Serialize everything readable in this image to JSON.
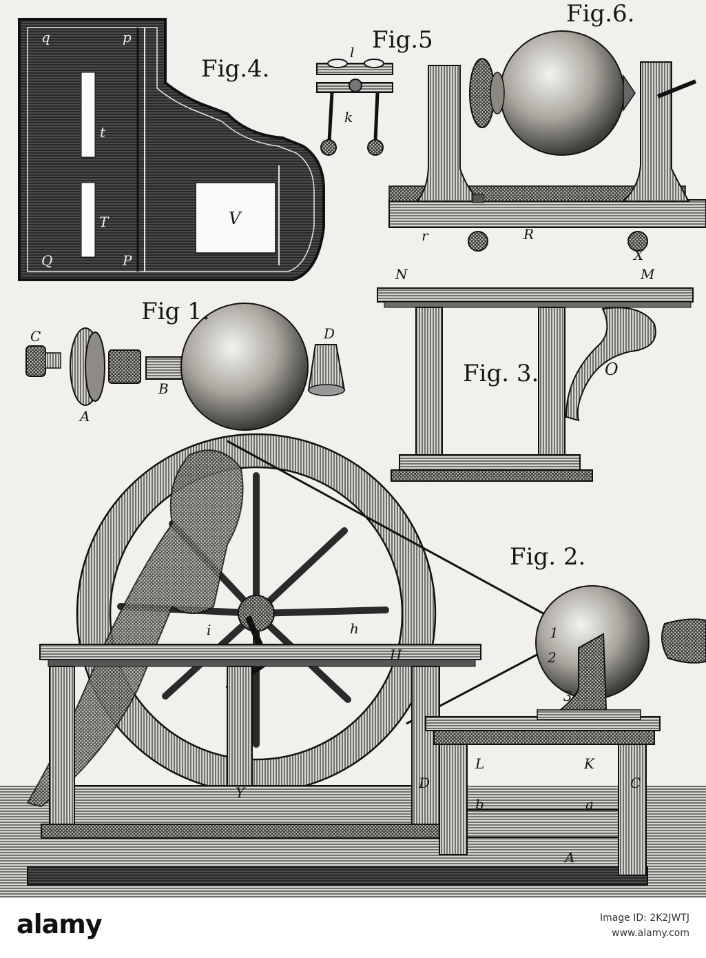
{
  "colors": {
    "ink": "#1a1a1a",
    "paper": "#f1f0ec",
    "hatch": "#3a3a3a",
    "footer_bg": "#ffffff"
  },
  "figures": {
    "fig1": "Fig 1.",
    "fig2": "Fig. 2.",
    "fig3": "Fig. 3.",
    "fig4": "Fig.4.",
    "fig5": "Fig.5",
    "fig6": "Fig.6."
  },
  "labels": {
    "fig1": {
      "C": "C",
      "A": "A",
      "B": "B",
      "D": "D"
    },
    "fig4": {
      "q": "q",
      "p": "p",
      "t": "t",
      "T": "T",
      "Q": "Q",
      "P": "P",
      "V": "V"
    },
    "fig5": {
      "l": "l",
      "k": "k"
    },
    "fig6": {
      "r": "r",
      "R": "R",
      "X": "X"
    },
    "fig3": {
      "N": "N",
      "M": "M",
      "O": "O"
    },
    "fig2": {
      "1": "1",
      "2": "2",
      "3": "3",
      "h": "h",
      "i": "i",
      "H": "H",
      "L": "L",
      "K": "K",
      "C": "C",
      "D": "D",
      "b": "b",
      "a": "a",
      "A": "A",
      "Y": "Y"
    }
  },
  "footer": {
    "logo": "alamy",
    "image_id": "Image ID: 2K2JWTJ",
    "site": "www.alamy.com"
  }
}
